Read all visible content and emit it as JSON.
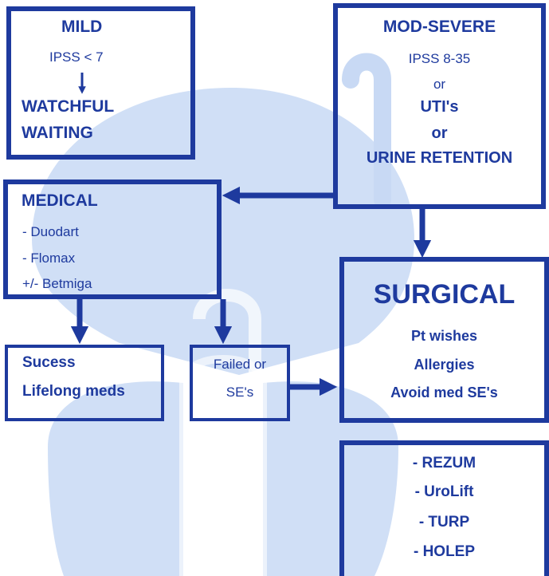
{
  "colors": {
    "primary": "#1e3a9e",
    "background_art": "#c8d9f4"
  },
  "mild": {
    "title": "MILD",
    "criteria": "IPSS < 7",
    "action_line1": "WATCHFUL",
    "action_line2": "WAITING"
  },
  "mod_severe": {
    "title": "MOD-SEVERE",
    "criteria": "IPSS 8-35",
    "or1": "or",
    "uti": "UTI's",
    "or2": "or",
    "retention": "URINE RETENTION"
  },
  "medical": {
    "title": "MEDICAL",
    "items": [
      "- Duodart",
      "- Flomax",
      "+/- Betmiga"
    ]
  },
  "success": {
    "line1": "Sucess",
    "line2": "Lifelong meds"
  },
  "failed": {
    "line1": "Failed or",
    "line2": "SE's"
  },
  "surgical": {
    "title": "SURGICAL",
    "reasons": [
      "Pt wishes",
      "Allergies",
      "Avoid med SE's"
    ]
  },
  "procedures": {
    "items": [
      "- REZUM",
      "- UroLift",
      "- TURP",
      "- HOLEP"
    ]
  }
}
